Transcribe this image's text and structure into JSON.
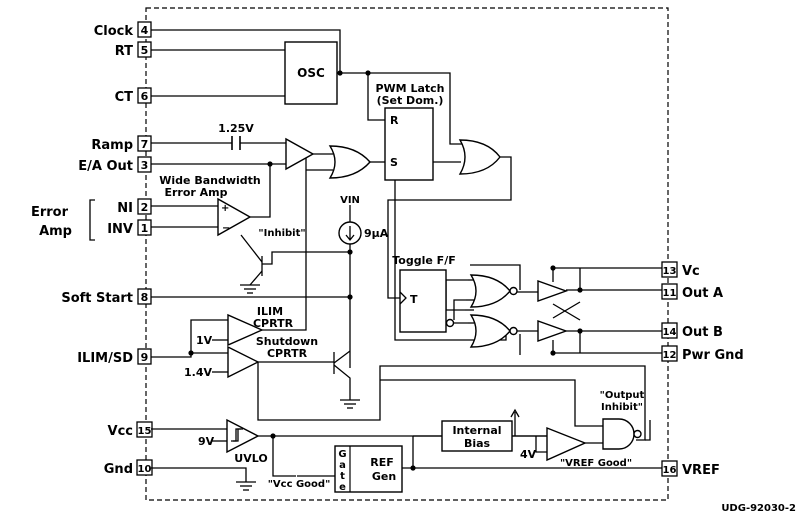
{
  "pins": {
    "clock": {
      "name": "Clock",
      "num": "4"
    },
    "rt": {
      "name": "RT",
      "num": "5"
    },
    "ct": {
      "name": "CT",
      "num": "6"
    },
    "ramp": {
      "name": "Ramp",
      "num": "7"
    },
    "ea_out": {
      "name": "E/A Out",
      "num": "3"
    },
    "ni": {
      "name": "NI",
      "num": "2"
    },
    "inv": {
      "name": "INV",
      "num": "1"
    },
    "soft_start": {
      "name": "Soft Start",
      "num": "8"
    },
    "ilim_sd": {
      "name": "ILIM/SD",
      "num": "9"
    },
    "vcc": {
      "name": "Vcc",
      "num": "15"
    },
    "gnd": {
      "name": "Gnd",
      "num": "10"
    },
    "vc": {
      "name": "Vc",
      "num": "13"
    },
    "out_a": {
      "name": "Out A",
      "num": "11"
    },
    "out_b": {
      "name": "Out B",
      "num": "14"
    },
    "pwr_gnd": {
      "name": "Pwr Gnd",
      "num": "12"
    },
    "vref": {
      "name": "VREF",
      "num": "16"
    }
  },
  "labels": {
    "osc": "OSC",
    "pwm_latch_1": "PWM Latch",
    "pwm_latch_2": "(Set Dom.)",
    "latch_r": "R",
    "latch_s": "S",
    "cap_voltage": "1.25V",
    "ea_title_1": "Wide Bandwidth",
    "ea_title_2": "Error Amp",
    "error_group_1": "Error",
    "error_group_2": "Amp",
    "vin": "VIN",
    "current_source": "9µA",
    "inhibit": "\"Inhibit\"",
    "toggle_ff": "Toggle F/F",
    "ff_t": "T",
    "ilim_cprtr_1": "ILIM",
    "ilim_cprtr_2": "CPRTR",
    "shutdown_1": "Shutdown",
    "shutdown_2": "CPRTR",
    "ref_1v": "1V",
    "ref_1_4v": "1.4V",
    "ref_9v": "9V",
    "ref_4v": "4V",
    "uvlo": "UVLO",
    "vcc_good": "\"Vcc Good\"",
    "gate_g": "G",
    "gate_a": "a",
    "gate_t": "t",
    "gate_e": "e",
    "ref_gen_1": "REF",
    "ref_gen_2": "Gen",
    "internal_bias_1": "Internal",
    "internal_bias_2": "Bias",
    "output_inhibit_1": "\"Output",
    "output_inhibit_2": "Inhibit\"",
    "vref_good": "\"VREF Good\"",
    "figure_id": "UDG-92030-2"
  }
}
